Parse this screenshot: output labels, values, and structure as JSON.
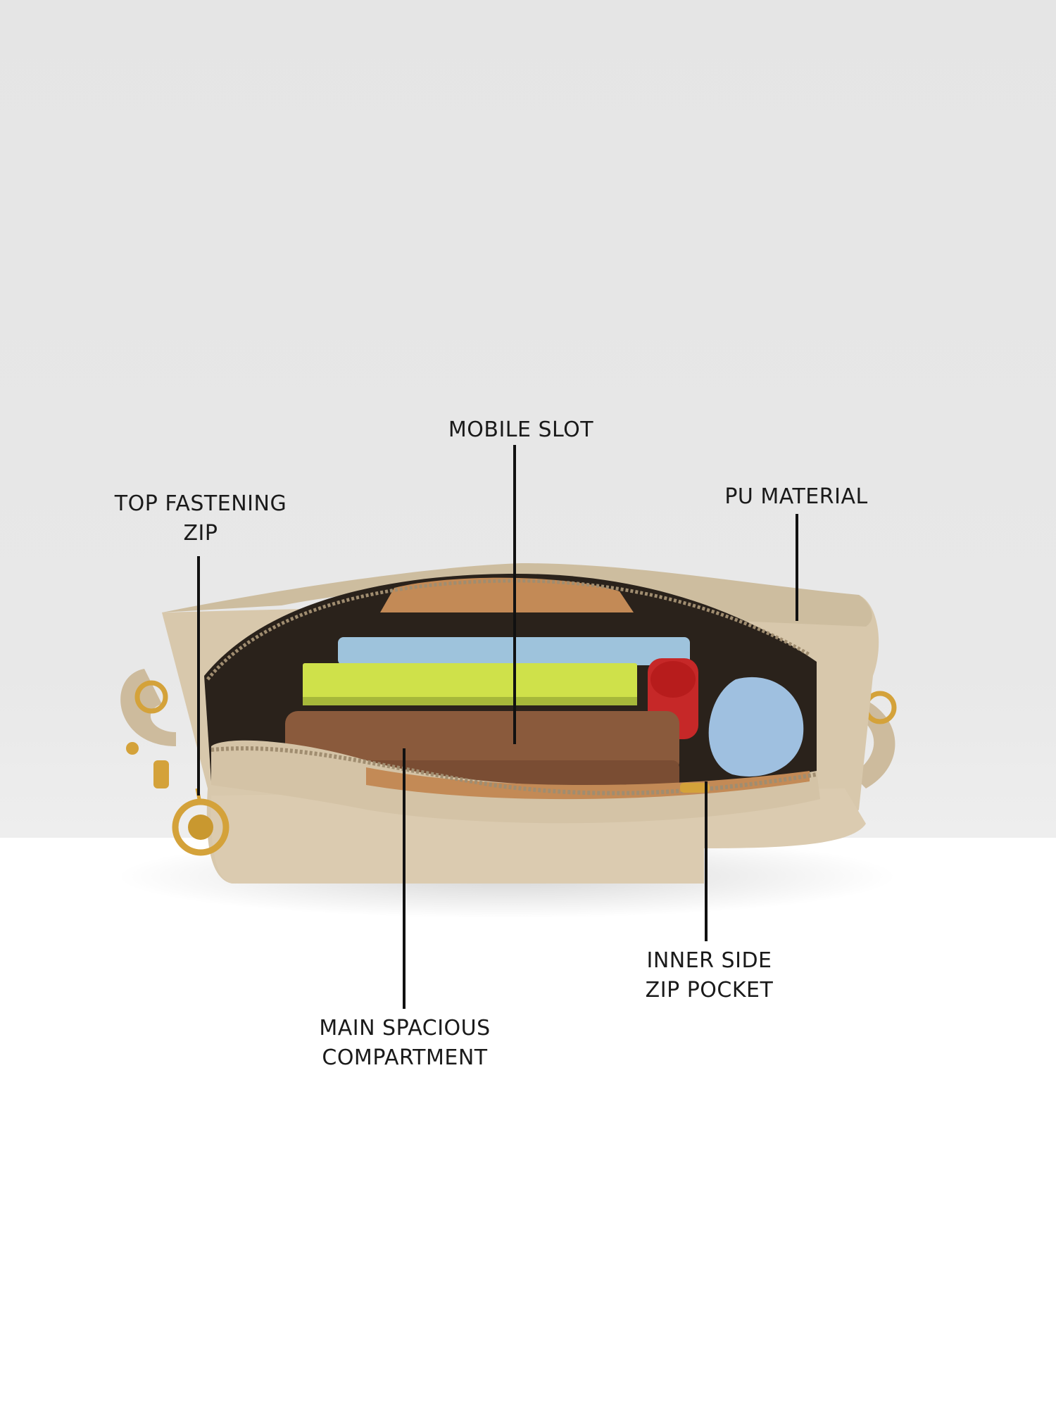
{
  "annotations": {
    "top_fastening_zip": "TOP FASTENING\nZIP",
    "mobile_slot": "MOBILE SLOT",
    "pu_material": "PU MATERIAL",
    "main_spacious_compartment": "MAIN SPACIOUS\nCOMPARTMENT",
    "inner_side_zip_pocket": "INNER SIDE\nZIP POCKET"
  },
  "colors": {
    "bag": "#d8c8ac",
    "bag_shadow": "#b9a98c",
    "lining": "#c38a56",
    "phone": "#9ec3dc",
    "book": "#cfe14a",
    "wallet": "#8a5a3c",
    "hardware": "#d4a23a",
    "lipstick": "#c62828",
    "leader": "#111111"
  }
}
